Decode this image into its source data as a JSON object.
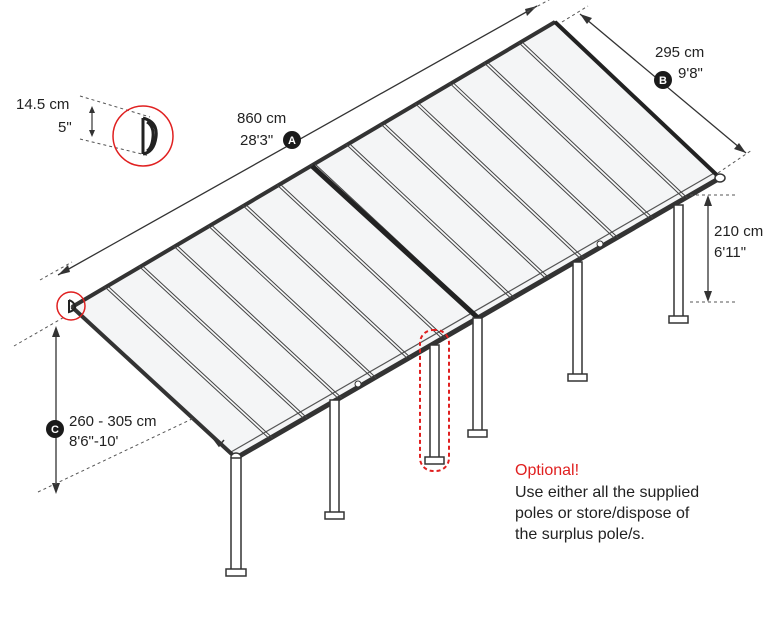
{
  "dimensions": {
    "profile": {
      "metric": "14.5 cm",
      "imperial": "5\""
    },
    "length": {
      "metric": "860 cm",
      "imperial": "28'3\"",
      "badge": "A"
    },
    "depth": {
      "metric": "295 cm",
      "imperial": "9'8\"",
      "badge": "B"
    },
    "front_height": {
      "metric": "210 cm",
      "imperial": "6'11\""
    },
    "wall_height": {
      "metric": "260 - 305 cm",
      "imperial": "8'6\"-10'",
      "badge": "C"
    }
  },
  "note": {
    "title": "Optional!",
    "lines": [
      "Use either all the supplied",
      "poles or store/dispose of",
      "the surplus pole/s."
    ]
  },
  "colors": {
    "line": "#333333",
    "highlight": "#e02020",
    "badge": "#1a1a1a"
  }
}
